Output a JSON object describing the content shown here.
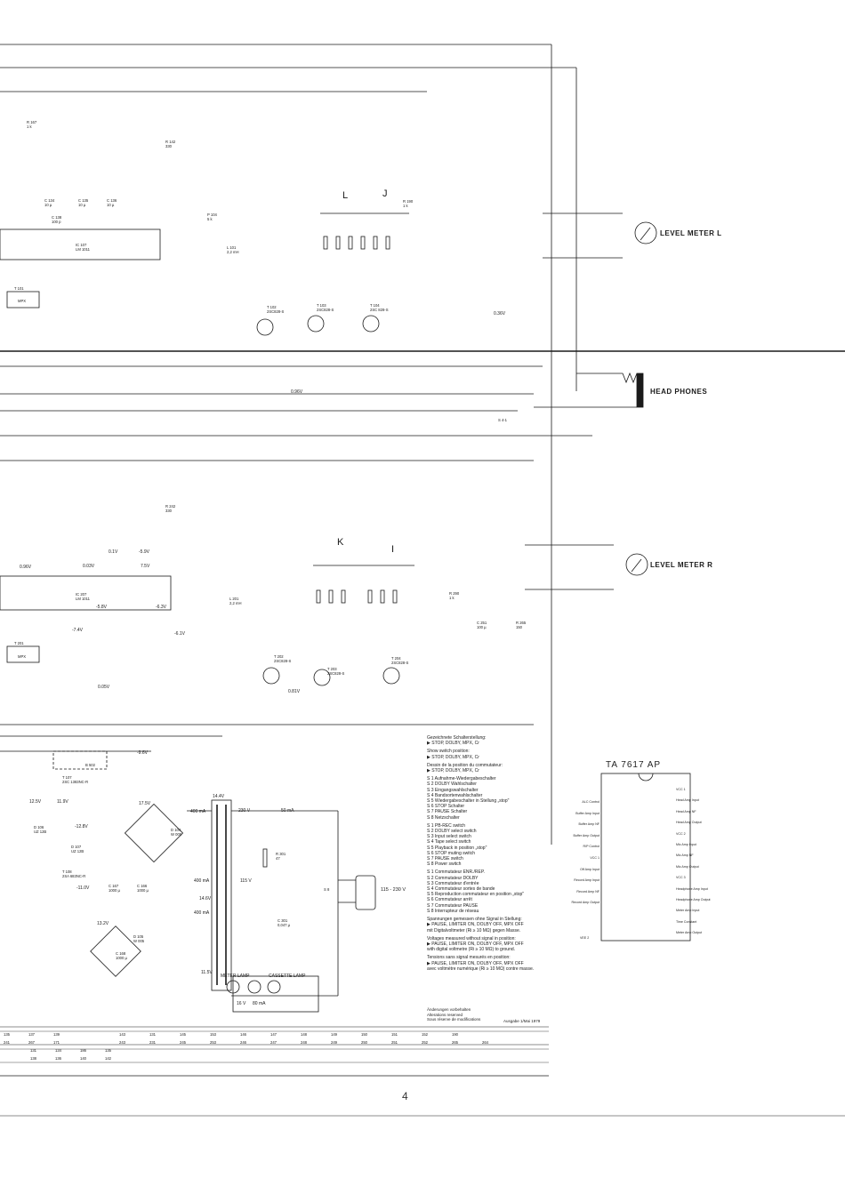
{
  "labels": {
    "level_meter_l": "LEVEL METER L",
    "level_meter_r": "LEVEL METER R",
    "head_phones": "HEAD PHONES",
    "page_number": "4",
    "ic_title": "TA 7617 AP",
    "mains_voltage": "115 - 230 V",
    "meter_lamp": "METER LAMP",
    "cassette_lamp": "CASSETTE LAMP",
    "tap_l": "L",
    "tap_j": "J",
    "tap_k": "K",
    "tap_i": "I"
  },
  "voltages": {
    "v096_top": "0.96V",
    "v036": "0.36V",
    "v096_left": "0.96V",
    "v003": "0.03V",
    "v01": "0.1V",
    "v059": "-5.9V",
    "v75": "7.5V",
    "v58": "-5.8V",
    "v74": "-7.4V",
    "v05": "0.05V",
    "v081": "0.81V",
    "v63": "-6.3V",
    "v61": "-6.1V",
    "v96": "-9.6V",
    "v125": "12.5V",
    "v119": "11.9V",
    "v128": "-12.8V",
    "v110": "-11.0V",
    "v175": "17.5V",
    "v144": "14.4V",
    "v146": "14.6V",
    "v132": "13.2V",
    "v115": "11.5V",
    "v115b": "115 V",
    "v230": "230 V",
    "ma50": "50 mA",
    "ma400a": "400 mA",
    "ma400b": "400 mA",
    "ma400c": "400 mA",
    "v16": "16 V",
    "ma80": "80 mA"
  },
  "components": {
    "r167": "R 167\n1 k",
    "r142": "R 142\n330",
    "c134": "C 134\n10 µ",
    "c135": "C 135\n10 µ",
    "c136": "C 136\n10 µ",
    "c138": "C 138\n100 p",
    "p104": "P 104\n5 k",
    "ic107": "IC 107\nLM 1011",
    "t101": "T 101",
    "mpx1": "MPX",
    "l101": "L 101\n2,2 mH",
    "r190": "R 190\n1 k",
    "ic207": "IC 207\nLM 1011",
    "t201": "T 201",
    "mpx2": "MPX",
    "l201": "L 201\n2,2 mH",
    "r242": "R 242\n330",
    "r290": "R 290\n1 k",
    "r265": "R 265\n150",
    "c251": "C 251\n100 µ",
    "d104": "D 104\nW 005",
    "d105": "D 105\nW 005",
    "c166": "C 166\n1000 µ",
    "c167": "C 167\n1000 µ",
    "c168": "C 168\n1000 µ",
    "r301": "R 301\n47",
    "c301": "C 301\n0,047 µ",
    "s8": "S 8",
    "t107": "T 107\n2SC 1383NC-R",
    "t108": "T 108\n2SA 683NC-R",
    "d106": "D 106\nUZ 12B",
    "d107": "D 107\nUZ 12B",
    "b502": "B 502",
    "t102": "T 102\n2SC828-S",
    "t103": "T 103\n2SC828-S",
    "t104": "T 104\n2SC 828-S",
    "t202": "T 202\n2SC828-S",
    "t203": "T 203\n2SC828-S",
    "t204": "T 204\n2SC828-S",
    "s41": "S 4-1"
  },
  "notes": {
    "de_head": "Gezeichnete Schalterstellung:",
    "de_val": "STOP, DOLBY, MPX, Cr",
    "en_head": "Show switch position:",
    "en_val": "STOP, DOLBY, MPX, Cr",
    "fr_head": "Dessin de la position du commutateur:",
    "fr_val": "STOP, DOLBY, MPX, Cr",
    "switches_de": [
      "S 1   Aufnahme-Wiedergabeschalter",
      "S 2   DOLBY Wahlschalter",
      "S 3   Eingangswahlschalter",
      "S 4   Bandsortenwahlschalter",
      "S 5   Wiedergabeschalter in Stellung „stop\"",
      "S 6   STOP Schalter",
      "S 7   PAUSE Schalter",
      "S 8   Netzschalter"
    ],
    "switches_en": [
      "S 1   PB-REC switch",
      "S 2   DOLBY select switch",
      "S 3   Input select switch",
      "S 4   Tape select switch",
      "S 5   Playback in position „stop\"",
      "S 6   STOP muting switch",
      "S 7   PAUSE switch",
      "S 8   Power switch"
    ],
    "switches_fr": [
      "S 1   Commutateur ENR./REP.",
      "S 2   Commutateur DOLBY",
      "S 3   Commutateur d'entrée",
      "S 4   Commutateur sortes de bande",
      "S 5   Reproduction commutateur en position „stop\"",
      "S 6   Commutateur arrêt",
      "S 7   Commutateur PAUSE",
      "S 8   Interrupteur de réseau"
    ],
    "meas_de_head": "Spannungen gemessen ohne Signal in Stellung:",
    "meas_de_1": "PAUSE, LIMITER ON, DOLBY OFF, MPX OFF",
    "meas_de_2": "mit Digitalvoltmeter (Ri ≥ 10 MΩ) gegen Masse.",
    "meas_en_head": "Voltages measured without signal in position:",
    "meas_en_1": "PAUSE, LIMITER ON, DOLBY OFF, MPX OFF",
    "meas_en_2": "with digital voltmetre (Ri ≥ 10 MΩ) to ground.",
    "meas_fr_head": "Tensions sans signal mesurés en position:",
    "meas_fr_1": "PAUSE, LIMITER ON, DOLBY OFF, MPX OFF",
    "meas_fr_2": "avec voltmètre numérique (Ri ≥ 10 MΩ) contre masse.",
    "changes": "Änderungen vorbehalten\nAlterations reserved\nSous réserve de modifications",
    "edition": "Ausgabe 1/Mai 1979"
  },
  "ic_pins": {
    "left": [
      "ALC Control",
      "Buffer Amp Input",
      "Buffer Amp NF",
      "Buffer Amp Output",
      "R/P Control",
      "VCC 1",
      "Off Amp Input",
      "Record Amp Input",
      "Record Amp NF",
      "Record Amp Output"
    ],
    "right": [
      "VCC 1",
      "Head Amp Input",
      "Head Amp NF",
      "Head Amp Output",
      "VCC 2",
      "Mic Amp Input",
      "Mic Amp NF",
      "Mic Amp Output",
      "VCC 3",
      "Headphone Amp Input",
      "Headphone Amp Output",
      "Meter Amp Input",
      "Time Constant",
      "Meter Amp Output"
    ],
    "gnd": "VEE 2"
  },
  "legend_rows": [
    [
      "135",
      "137",
      "139"
    ],
    [
      "241",
      "267",
      "171"
    ],
    [
      "131",
      "134",
      "186",
      "135"
    ],
    [
      "138",
      "136",
      "140",
      "142"
    ],
    [
      "143",
      "131",
      "145",
      "153",
      "146",
      "147",
      "148",
      "149",
      "150",
      "151",
      "152",
      "190"
    ],
    [
      "243",
      "231",
      "245",
      "253",
      "246",
      "247",
      "248",
      "249",
      "250",
      "251",
      "252",
      "265",
      "264"
    ]
  ]
}
